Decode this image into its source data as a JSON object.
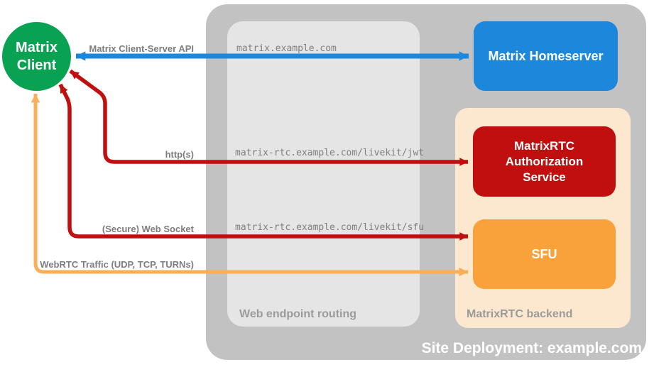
{
  "client": {
    "label": "Matrix Client"
  },
  "homeserver": {
    "label": "Matrix Homeserver"
  },
  "backend": {
    "caption": "MatrixRTC backend",
    "auth_service": {
      "label": "MatrixRTC Authorization Service"
    },
    "sfu": {
      "label": "SFU"
    }
  },
  "routing": {
    "caption": "Web endpoint routing",
    "endpoints": [
      "matrix.example.com",
      "matrix-rtc.example.com/livekit/jwt",
      "matrix-rtc.example.com/livekit/sfu"
    ]
  },
  "deployment": {
    "caption": "Site Deployment: example.com"
  },
  "connections": [
    {
      "label": "Matrix Client-Server API",
      "color": "#1d87dc",
      "style": "bidirectional"
    },
    {
      "label": "http(s)",
      "color": "#c10e0f",
      "style": "bidirectional"
    },
    {
      "label": "(Secure) Web Socket",
      "color": "#c10e0f",
      "style": "bidirectional"
    },
    {
      "label": "WebRTC Traffic (UDP, TCP, TURNs)",
      "color": "#f9ae57",
      "style": "bidirectional"
    }
  ],
  "colors": {
    "client_green": "#09a152",
    "homeserver_blue": "#1d87dc",
    "auth_red": "#c10e0f",
    "sfu_orange": "#f9a13a",
    "backend_peach": "#fce8cf",
    "site_gray": "#c2c2c2",
    "routing_gray": "#e5e5e5"
  }
}
